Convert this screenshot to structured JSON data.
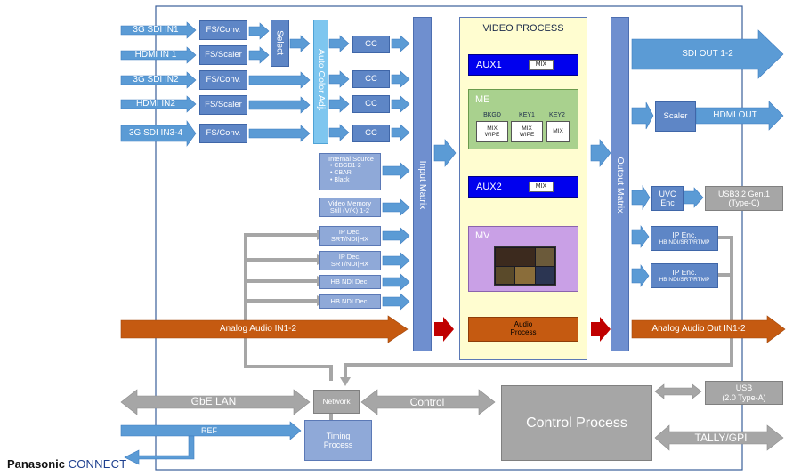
{
  "inputs": {
    "sdi_in1": "3G SDI IN1",
    "hdmi_in1": "HDMI IN 1",
    "sdi_in2": "3G SDI IN2",
    "hdmi_in2": "HDMI IN2",
    "sdi_in34": "3G SDI IN3-4"
  },
  "converters": {
    "fs_conv1": "FS/Conv.",
    "fs_scaler1": "FS/Scaler",
    "fs_conv2": "FS/Conv.",
    "fs_scaler2": "FS/Scaler",
    "fs_conv3": "FS/Conv."
  },
  "select": "Select",
  "auto_color": "Auto Color Adj.",
  "cc": [
    "CC",
    "CC",
    "CC",
    "CC"
  ],
  "internal_source": {
    "title": "Internal Source",
    "items": [
      "CBGD1-2",
      "CBAR",
      "Black"
    ]
  },
  "video_memory": {
    "line1": "Video Memory",
    "line2": "Still (V/K) 1-2"
  },
  "ip_dec": [
    {
      "line1": "IP Dec.",
      "line2": "SRT/NDI|HX"
    },
    {
      "line1": "IP Dec.",
      "line2": "SRT/NDI|HX"
    }
  ],
  "hb_ndi_dec": [
    "HB NDI Dec.",
    "HB NDI Dec."
  ],
  "input_matrix": "Input Matrix",
  "output_matrix": "Output Matrix",
  "video_process": {
    "title": "VIDEO PROCESS",
    "aux1": {
      "label": "AUX1",
      "mix": "MIX"
    },
    "me": {
      "label": "ME",
      "bkgd": {
        "label": "BKGD",
        "line1": "MIX",
        "line2": "WIPE"
      },
      "key1": {
        "label": "KEY1",
        "line1": "MIX",
        "line2": "WIPE"
      },
      "key2": {
        "label": "KEY2",
        "line1": "MIX"
      }
    },
    "aux2": {
      "label": "AUX2",
      "mix": "MIX"
    },
    "mv": {
      "label": "MV"
    },
    "audio_process": {
      "line1": "Audio",
      "line2": "Process"
    }
  },
  "outputs": {
    "sdi_out": "SDI OUT 1-2",
    "scaler": "Scaler",
    "hdmi_out": "HDMI OUT",
    "uvc_enc": {
      "line1": "UVC",
      "line2": "Enc"
    },
    "usb32": {
      "line1": "USB3.2 Gen.1",
      "line2": "(Type-C)"
    },
    "ip_enc": [
      {
        "line1": "IP Enc.",
        "line2": "HB NDI/SRT/RTMP"
      },
      {
        "line1": "IP Enc.",
        "line2": "HB NDI/SRT/RTMP"
      }
    ]
  },
  "audio": {
    "in": "Analog Audio IN1-2",
    "out": "Analog Audio Out IN1-2"
  },
  "bottom": {
    "gbe_lan": "GbE LAN",
    "network": "Network",
    "control": "Control",
    "control_process": "Control Process",
    "usb": {
      "line1": "USB",
      "line2": "(2.0 Type-A)"
    },
    "tally": "TALLY/GPI",
    "ref": "REF",
    "timing": {
      "line1": "Timing",
      "line2": "Process"
    }
  },
  "logo": {
    "part1": "Panasonic",
    "part2": "CONNECT"
  },
  "colors": {
    "signal_blue": "#5b9bd5",
    "box_blue": "#8fa9d8",
    "matrix_blue": "#6f8fcf",
    "audio_orange": "#c55a11",
    "audio_red": "#c00000",
    "control_grey": "#a6a6a6",
    "panel_yellow": "#fffdd0",
    "aux_blue": "#0000ee",
    "me_green": "#a9d18e",
    "mv_purple": "#c9a0e6"
  }
}
